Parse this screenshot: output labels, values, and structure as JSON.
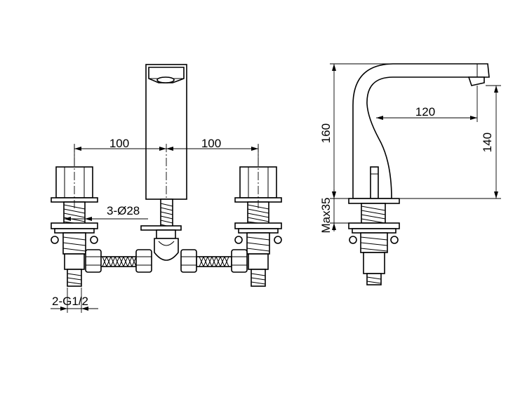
{
  "dimensions": {
    "handle_spacing_left": "100",
    "handle_spacing_right": "100",
    "hole_diameter": "3-Ø28",
    "connection_thread": "2-G1/2",
    "total_height": "160",
    "spout_reach": "120",
    "spout_height": "140",
    "max_deck_thickness": "Max35"
  }
}
